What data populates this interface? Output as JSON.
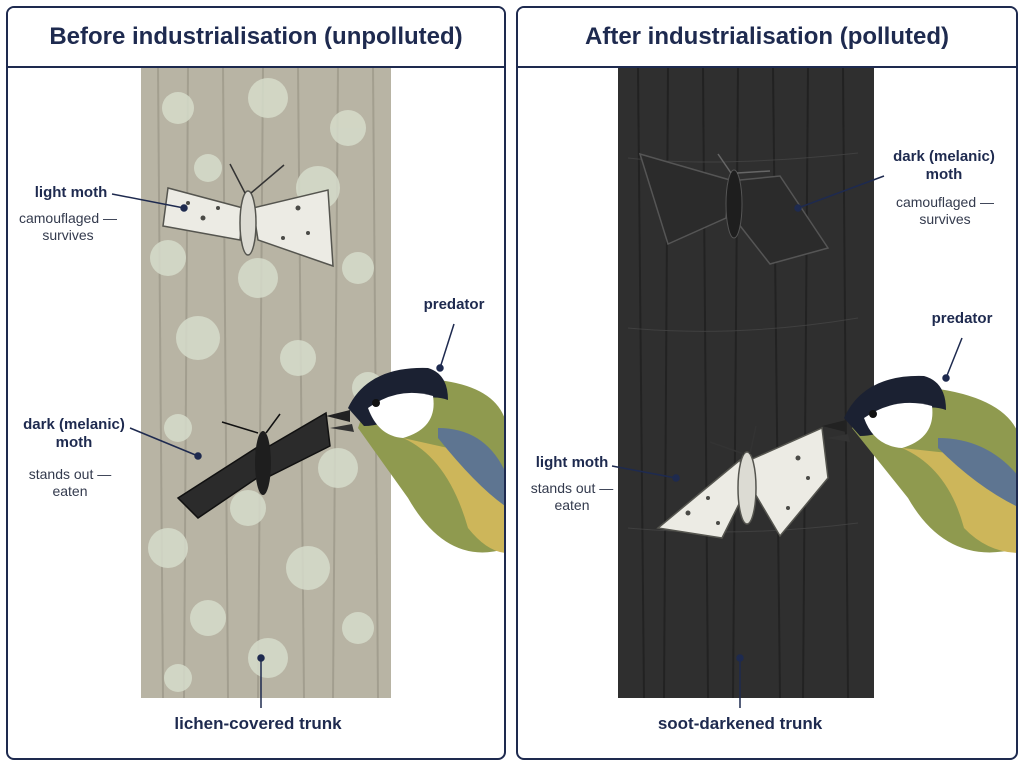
{
  "panels": [
    {
      "title": "Before industrialisation (unpolluted)",
      "trunk": {
        "label": "lichen-covered trunk",
        "color": "#b7b3a3"
      },
      "camouflaged_moth": {
        "name": "light moth",
        "note": "camouflaged — survives"
      },
      "conspicuous_moth": {
        "name": "dark (melanic) moth",
        "note": "stands out — eaten"
      },
      "predator_label": "predator"
    },
    {
      "title": "After industrialisation (polluted)",
      "trunk": {
        "label": "soot-darkened trunk",
        "color": "#2f2f2f"
      },
      "camouflaged_moth": {
        "name": "dark (melanic) moth",
        "note": "camouflaged — survives"
      },
      "conspicuous_moth": {
        "name": "light moth",
        "note": "stands out — eaten"
      },
      "predator_label": "predator"
    }
  ],
  "colors": {
    "frame": "#1e2a4f",
    "text": "#1e2a4f",
    "light_moth": "#ecebe4",
    "dark_moth": "#2b2b2b",
    "bird_body": "#8f9a4f",
    "bird_breast": "#cdb65a",
    "bird_wing": "#5e7591",
    "bird_head": "#1b2132"
  }
}
